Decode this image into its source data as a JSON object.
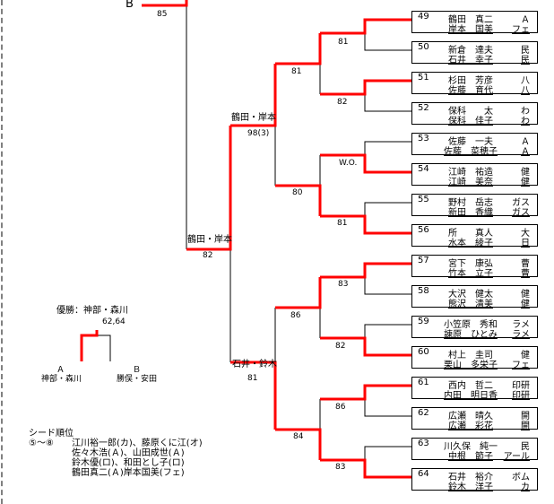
{
  "top": {
    "label_b": "B",
    "score_b": "85"
  },
  "colors": {
    "winner_line": "#ff0000",
    "line": "#000000",
    "edge": "#808080"
  },
  "entries": [
    {
      "num": "49",
      "p1": "鶴田　真二",
      "p2": "岸本　国美",
      "c1": "Ａ",
      "c2": "フェ"
    },
    {
      "num": "50",
      "p1": "新倉　達夫",
      "p2": "石井　幸子",
      "c1": "民",
      "c2": "民"
    },
    {
      "num": "51",
      "p1": "杉田　芳彦",
      "p2": "佐藤　育代",
      "c1": "八",
      "c2": "八"
    },
    {
      "num": "52",
      "p1": "保科　　太",
      "p2": "保科　佳子",
      "c1": "わ",
      "c2": "わ"
    },
    {
      "num": "53",
      "p1": "佐藤　一夫",
      "p2": "佐藤　菜穂子",
      "c1": "Ａ",
      "c2": "Ａ"
    },
    {
      "num": "54",
      "p1": "江崎　祐造",
      "p2": "江崎　美奈",
      "c1": "健",
      "c2": "健"
    },
    {
      "num": "55",
      "p1": "野村　岳志",
      "p2": "新田　香織",
      "c1": "ガス",
      "c2": "ガス"
    },
    {
      "num": "56",
      "p1": "所　　真人",
      "p2": "水本　綾子",
      "c1": "大",
      "c2": "日"
    },
    {
      "num": "57",
      "p1": "宮下　康弘",
      "p2": "竹本　立子",
      "c1": "曹",
      "c2": "曹"
    },
    {
      "num": "58",
      "p1": "大沢　健太",
      "p2": "熊沢　清美",
      "c1": "健",
      "c2": "健"
    },
    {
      "num": "59",
      "p1": "小笠原　秀和",
      "p2": "諌原　ひとみ",
      "c1": "ラメ",
      "c2": "ラメ"
    },
    {
      "num": "60",
      "p1": "村上　圭司",
      "p2": "栗山　多栄子",
      "c1": "健",
      "c2": "フェ"
    },
    {
      "num": "61",
      "p1": "西内　哲二",
      "p2": "内田　明日香",
      "c1": "印研",
      "c2": "印研"
    },
    {
      "num": "62",
      "p1": "広瀬　晴久",
      "p2": "広瀬　彩花",
      "c1": "開",
      "c2": "開"
    },
    {
      "num": "63",
      "p1": "川久保　純一",
      "p2": "中根　節子",
      "c1": "民",
      "c2": "アール"
    },
    {
      "num": "64",
      "p1": "石井　裕介",
      "p2": "鈴木　洋子",
      "c1": "ボム",
      "c2": "カ"
    }
  ],
  "round1_scores": [
    "81",
    "82",
    "W.O.",
    "81",
    "83",
    "82",
    "86",
    "83"
  ],
  "round2_scores": [
    "81",
    "80",
    "86",
    "84"
  ],
  "round3": {
    "top_winner": "鶴田・岸本",
    "top_score": "98(3)",
    "bottom_winner": "石井・鈴木",
    "bottom_score": "81"
  },
  "semifinal": {
    "winner": "鶴田・岸本",
    "score": "82"
  },
  "final": {
    "champion_label": "優勝：神部・森川",
    "score": "62,64",
    "side_a_label": "Ａ",
    "side_a_team": "神部・森川",
    "side_b_label": "Ｂ",
    "side_b_team": "勝俣・安田"
  },
  "seeds": {
    "title": "シード順位",
    "range": "⑤～⑧",
    "lines": [
      "江川裕一郎(カ)、藤原くに江(オ)",
      "佐々木浩(Ａ)、山田成世(Ａ)",
      "鈴木優(ロ)、和田とし子(ロ)",
      "鶴田真二(Ａ)岸本国美(フェ)"
    ]
  }
}
